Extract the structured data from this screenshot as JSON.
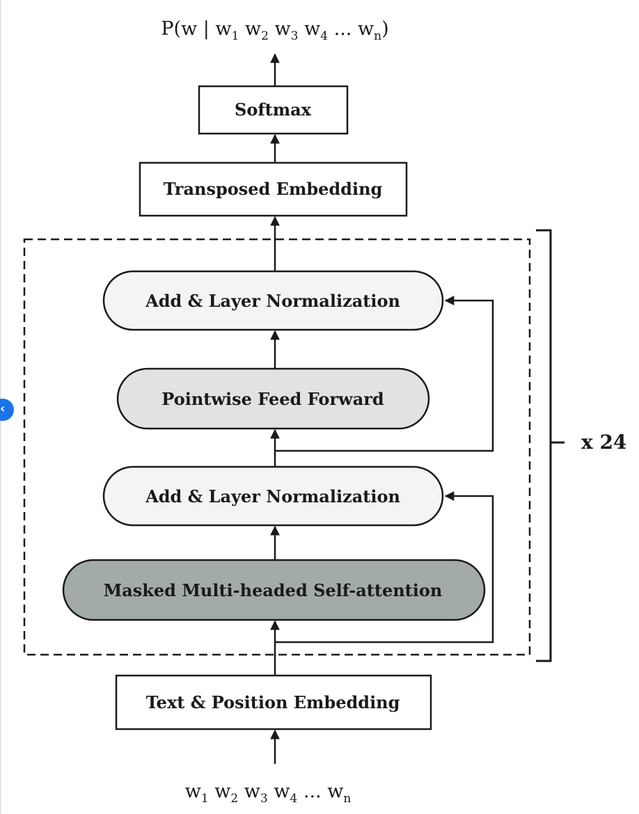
{
  "diagram": {
    "output_label": {
      "prefix": "P(w | ",
      "tokens": [
        {
          "base": "w",
          "sub": "1"
        },
        {
          "base": "w",
          "sub": "2"
        },
        {
          "base": "w",
          "sub": "3"
        },
        {
          "base": "w",
          "sub": "4"
        }
      ],
      "ellipsis": "...",
      "last": {
        "base": "w",
        "sub": "n"
      },
      "suffix": ")"
    },
    "blocks": {
      "softmax": "Softmax",
      "transposed_embedding": "Transposed Embedding",
      "add_norm_top": "Add & Layer Normalization",
      "feed_forward": "Pointwise Feed Forward",
      "add_norm_bottom": "Add & Layer Normalization",
      "self_attention": "Masked Multi-headed Self-attention",
      "input_embedding": "Text & Position Embedding"
    },
    "repeat_label": "x 24",
    "input_label": {
      "tokens": [
        {
          "base": "w",
          "sub": "1"
        },
        {
          "base": "w",
          "sub": "2"
        },
        {
          "base": "w",
          "sub": "3"
        },
        {
          "base": "w",
          "sub": "4"
        }
      ],
      "ellipsis": "...",
      "last": {
        "base": "w",
        "sub": "n"
      }
    },
    "colors": {
      "stroke": "#1a1a1a",
      "add_norm_fill": "#f3f4f4",
      "feed_forward_fill": "#e1e3e3",
      "self_attention_fill": "#a3abaa",
      "sidebar_toggle": "#1a73e8"
    },
    "icons": {
      "sidebar_toggle": "chevron-left-icon"
    }
  }
}
